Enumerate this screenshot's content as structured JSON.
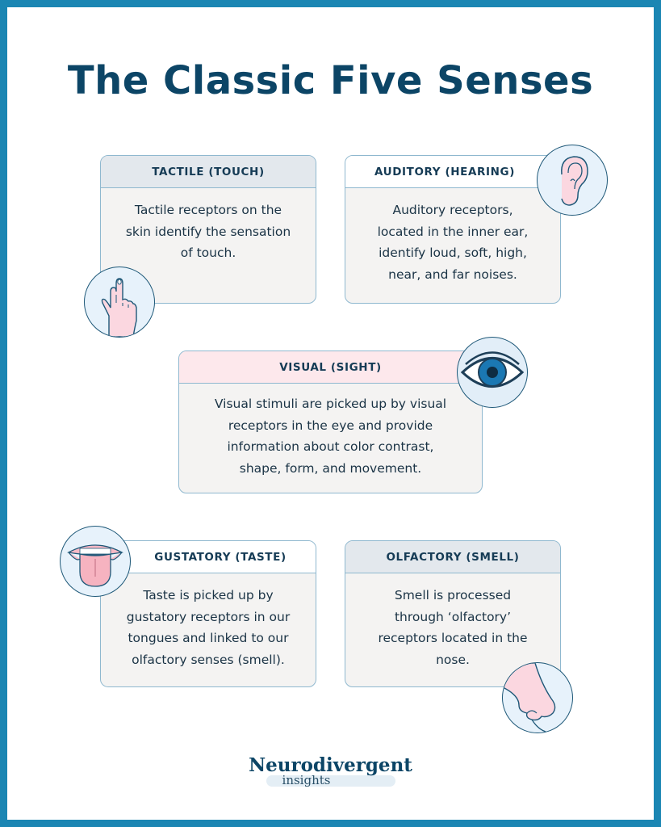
{
  "title": "The Classic Five Senses",
  "cards": {
    "tactile": {
      "heading": "TACTILE (TOUCH)",
      "lines": [
        "Tactile receptors on the",
        "skin identify the sensation",
        "of touch."
      ]
    },
    "auditory": {
      "heading": "AUDITORY (HEARING)",
      "lines": [
        "Auditory receptors,",
        "located in the inner ear,",
        "identify loud, soft, high,",
        "near, and far noises."
      ]
    },
    "visual": {
      "heading": "VISUAL (SIGHT)",
      "lines": [
        "Visual stimuli are picked up by visual",
        "receptors in the eye and provide",
        "information about color contrast,",
        "shape, form, and movement."
      ]
    },
    "gustatory": {
      "heading": "GUSTATORY (TASTE)",
      "lines": [
        "Taste is picked up by",
        "gustatory receptors in our",
        "tongues and linked to our",
        "olfactory senses (smell)."
      ]
    },
    "olfactory": {
      "heading": "OLFACTORY (SMELL)",
      "lines": [
        "Smell is processed",
        "through ‘olfactory’",
        "receptors located in the",
        "nose."
      ]
    }
  },
  "icons": {
    "touch": "finger-touch-icon",
    "hearing": "ear-icon",
    "sight": "eye-icon",
    "taste": "tongue-icon",
    "smell": "nose-icon"
  },
  "logo": {
    "main": "Neurodivergent",
    "sub": "insights"
  },
  "colors": {
    "border": "#1b86b3",
    "title": "#0c4566",
    "card_bg": "#f4f3f2",
    "card_border": "#8fb8cf",
    "pink_head": "#fde8ec",
    "gray_head": "#e3e8ed"
  }
}
